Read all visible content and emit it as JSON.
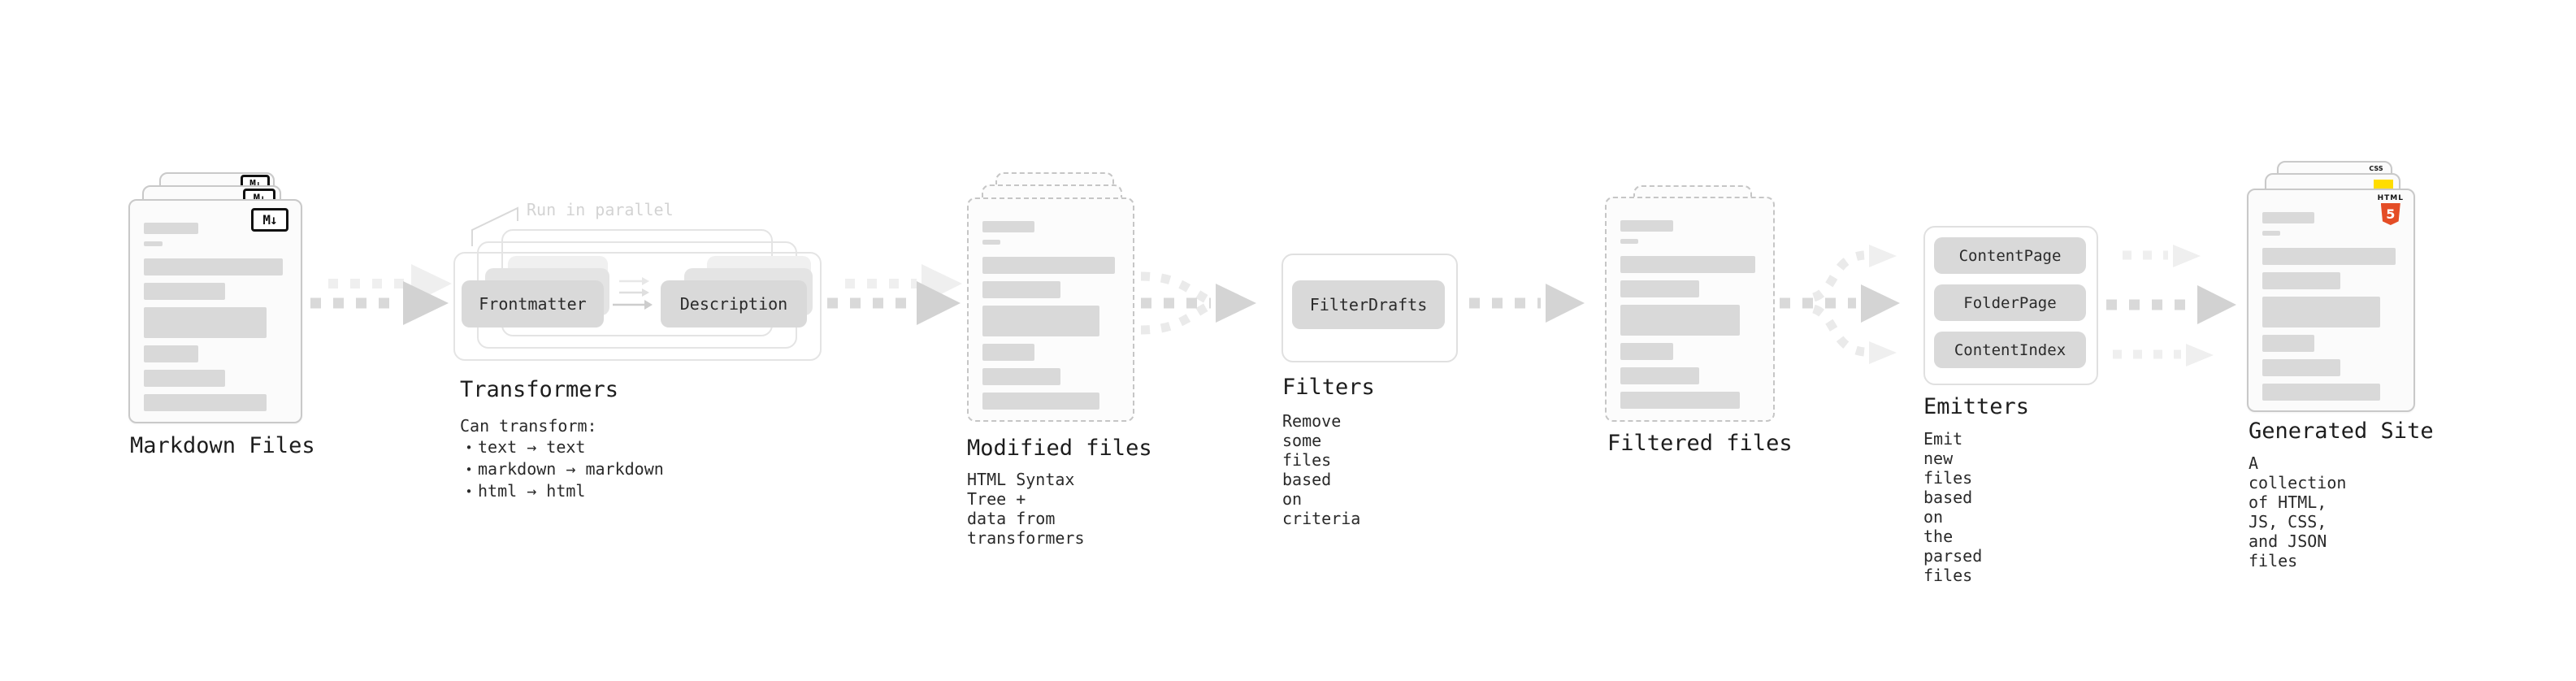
{
  "stages": {
    "markdown": {
      "label": "Markdown Files",
      "badge": "M↓"
    },
    "transformers": {
      "title": "Transformers",
      "annotation": "Run in parallel",
      "box1": "Frontmatter",
      "box2": "Description",
      "subtitle": "Can transform:",
      "bullet_char": "•",
      "bullets": [
        "text → text",
        "markdown → markdown",
        "html → html"
      ]
    },
    "modified": {
      "label": "Modified files",
      "description": "HTML Syntax Tree +\ndata from transformers"
    },
    "filters": {
      "title": "Filters",
      "box1": "FilterDrafts",
      "description": "Remove some files based\non criteria"
    },
    "filtered": {
      "label": "Filtered files"
    },
    "emitters": {
      "title": "Emitters",
      "box1": "ContentPage",
      "box2": "FolderPage",
      "box3": "ContentIndex",
      "description": "Emit new files based on\nthe parsed files"
    },
    "generated": {
      "label": "Generated Site",
      "description": "A collection of HTML,\nJS, CSS, and JSON files",
      "badge_html_word": "HTML",
      "badge_html_number": "5",
      "badge_css_word": "CSS"
    }
  },
  "colors": {
    "html5_orange": "#e44d26",
    "js_yellow": "#ffdd00",
    "css_blue": "#2965f1",
    "bar_gray": "#d9d9d9",
    "box_gray": "#d9d9d9",
    "arrow_dash": "#d9d9d9",
    "arrow_head": "#d2d2d2",
    "arrow_light": "#efefef",
    "annotation_gray": "#d3d3d3"
  }
}
